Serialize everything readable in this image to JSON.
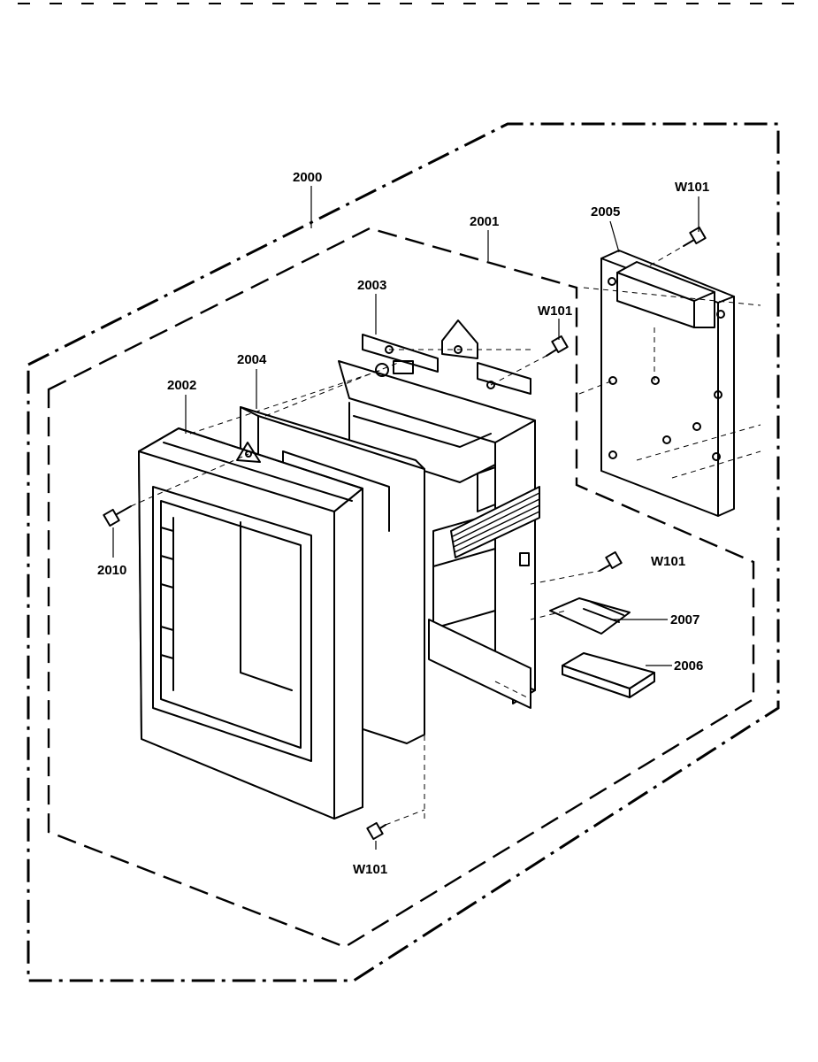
{
  "labels": {
    "assembly": "2000",
    "frame": "2001",
    "front_frame": "2002",
    "bracket": "2003",
    "panel": "2004",
    "pcb": "2005",
    "part_2006": "2006",
    "part_2007": "2007",
    "screw_2010": "2010",
    "screw_top_right": "W101",
    "screw_mid": "W101",
    "screw_right": "W101",
    "screw_bottom": "W101"
  }
}
